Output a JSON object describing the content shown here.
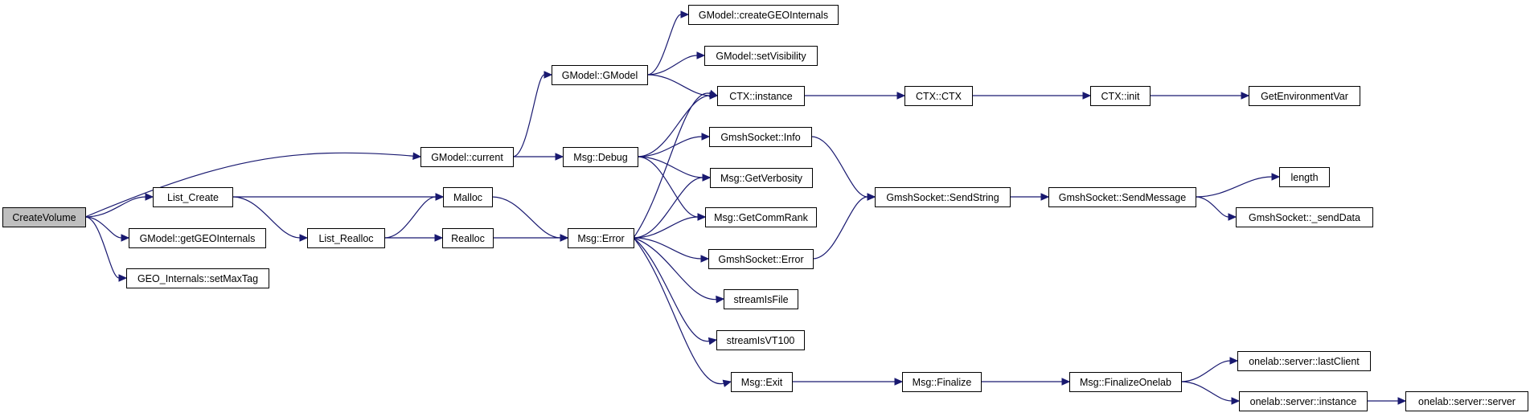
{
  "nodes": [
    {
      "id": "createvolume",
      "label": "CreateVolume",
      "root": true
    },
    {
      "id": "list_create",
      "label": "List_Create"
    },
    {
      "id": "getgeointernals",
      "label": "GModel::getGEOInternals"
    },
    {
      "id": "setmaxtag",
      "label": "GEO_Internals::setMaxTag"
    },
    {
      "id": "gmodel_current",
      "label": "GModel::current"
    },
    {
      "id": "list_realloc",
      "label": "List_Realloc"
    },
    {
      "id": "malloc",
      "label": "Malloc"
    },
    {
      "id": "realloc",
      "label": "Realloc"
    },
    {
      "id": "gmodel_gmodel",
      "label": "GModel::GModel"
    },
    {
      "id": "msg_debug",
      "label": "Msg::Debug"
    },
    {
      "id": "msg_error",
      "label": "Msg::Error"
    },
    {
      "id": "creategeointernals",
      "label": "GModel::createGEOInternals"
    },
    {
      "id": "setvisibility",
      "label": "GModel::setVisibility"
    },
    {
      "id": "ctx_instance",
      "label": "CTX::instance"
    },
    {
      "id": "socket_info",
      "label": "GmshSocket::Info"
    },
    {
      "id": "getverbosity",
      "label": "Msg::GetVerbosity"
    },
    {
      "id": "getcommrank",
      "label": "Msg::GetCommRank"
    },
    {
      "id": "socket_error",
      "label": "GmshSocket::Error"
    },
    {
      "id": "streamisfile",
      "label": "streamIsFile"
    },
    {
      "id": "streamisvt100",
      "label": "streamIsVT100"
    },
    {
      "id": "msg_exit",
      "label": "Msg::Exit"
    },
    {
      "id": "ctx_ctx",
      "label": "CTX::CTX"
    },
    {
      "id": "sendstring",
      "label": "GmshSocket::SendString"
    },
    {
      "id": "msg_finalize",
      "label": "Msg::Finalize"
    },
    {
      "id": "ctx_init",
      "label": "CTX::init"
    },
    {
      "id": "sendmessage",
      "label": "GmshSocket::SendMessage"
    },
    {
      "id": "finalizeonelab",
      "label": "Msg::FinalizeOnelab"
    },
    {
      "id": "getenvvar",
      "label": "GetEnvironmentVar"
    },
    {
      "id": "length",
      "label": "length"
    },
    {
      "id": "senddata",
      "label": "GmshSocket::_sendData"
    },
    {
      "id": "lastclient",
      "label": "onelab::server::lastClient"
    },
    {
      "id": "server_instance",
      "label": "onelab::server::instance"
    },
    {
      "id": "server_server",
      "label": "onelab::server::server"
    }
  ],
  "edges": [
    [
      "createvolume",
      "gmodel_current"
    ],
    [
      "createvolume",
      "list_create"
    ],
    [
      "createvolume",
      "getgeointernals"
    ],
    [
      "createvolume",
      "setmaxtag"
    ],
    [
      "list_create",
      "malloc"
    ],
    [
      "list_create",
      "list_realloc"
    ],
    [
      "list_realloc",
      "malloc"
    ],
    [
      "list_realloc",
      "realloc"
    ],
    [
      "malloc",
      "msg_error"
    ],
    [
      "realloc",
      "msg_error"
    ],
    [
      "gmodel_current",
      "gmodel_gmodel"
    ],
    [
      "gmodel_current",
      "msg_debug"
    ],
    [
      "gmodel_gmodel",
      "creategeointernals"
    ],
    [
      "gmodel_gmodel",
      "setvisibility"
    ],
    [
      "gmodel_gmodel",
      "ctx_instance"
    ],
    [
      "msg_debug",
      "ctx_instance"
    ],
    [
      "msg_debug",
      "socket_info"
    ],
    [
      "msg_debug",
      "getverbosity"
    ],
    [
      "msg_debug",
      "getcommrank"
    ],
    [
      "msg_error",
      "ctx_instance"
    ],
    [
      "msg_error",
      "getverbosity"
    ],
    [
      "msg_error",
      "getcommrank"
    ],
    [
      "msg_error",
      "socket_error"
    ],
    [
      "msg_error",
      "streamisfile"
    ],
    [
      "msg_error",
      "streamisvt100"
    ],
    [
      "msg_error",
      "msg_exit"
    ],
    [
      "ctx_instance",
      "ctx_ctx"
    ],
    [
      "ctx_ctx",
      "ctx_init"
    ],
    [
      "ctx_init",
      "getenvvar"
    ],
    [
      "socket_info",
      "sendstring"
    ],
    [
      "socket_error",
      "sendstring"
    ],
    [
      "sendstring",
      "sendmessage"
    ],
    [
      "sendmessage",
      "length"
    ],
    [
      "sendmessage",
      "senddata"
    ],
    [
      "msg_exit",
      "msg_finalize"
    ],
    [
      "msg_finalize",
      "finalizeonelab"
    ],
    [
      "finalizeonelab",
      "lastclient"
    ],
    [
      "finalizeonelab",
      "server_instance"
    ],
    [
      "server_instance",
      "server_server"
    ]
  ],
  "colors": {
    "edge": "#191970",
    "root_fill": "#bfbfbf",
    "node_fill": "#ffffff",
    "node_stroke": "#000000"
  }
}
